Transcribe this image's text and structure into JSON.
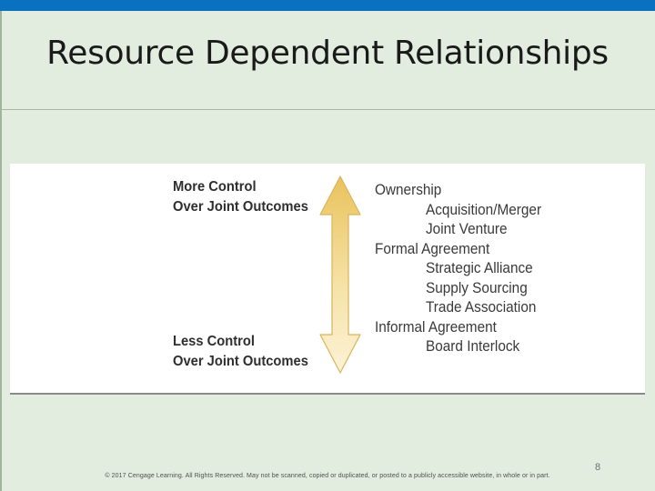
{
  "slide": {
    "title": "Resource Dependent Relationships",
    "page_number": "8",
    "footer": "© 2017 Cengage Learning. All Rights Reserved. May not be scanned, copied or duplicated, or posted to a publicly accessible website, in whole or in part."
  },
  "diagram": {
    "top_label": [
      "More Control",
      "Over Joint Outcomes"
    ],
    "bottom_label": [
      "Less Control",
      "Over Joint Outcomes"
    ],
    "items": [
      {
        "text": "Ownership",
        "level": 0
      },
      {
        "text": "Acquisition/Merger",
        "level": 1
      },
      {
        "text": "Joint Venture",
        "level": 1
      },
      {
        "text": "Formal Agreement",
        "level": 0
      },
      {
        "text": "Strategic Alliance",
        "level": 1
      },
      {
        "text": "Supply Sourcing",
        "level": 1
      },
      {
        "text": "Trade Association",
        "level": 1
      },
      {
        "text": "Informal Agreement",
        "level": 0
      },
      {
        "text": "Board Interlock",
        "level": 1
      }
    ],
    "colors": {
      "arrow_top": "#e9c25c",
      "arrow_bottom": "#fcf2d6",
      "arrow_stroke": "#d9b45a"
    }
  }
}
